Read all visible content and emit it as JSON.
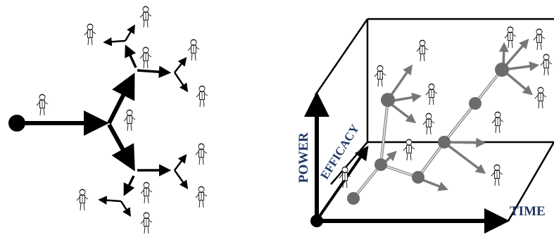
{
  "left_diagram": {
    "stroke_color": "#000000"
  },
  "right_diagram": {
    "axes": {
      "power_label": "POWER",
      "efficacy_label": "EFFICACY",
      "time_label": "TIME",
      "label_color": "#1f3864"
    },
    "node_color": "#6b6b6b",
    "arrow_color": "#7a7a7a",
    "box_color": "#000000"
  }
}
